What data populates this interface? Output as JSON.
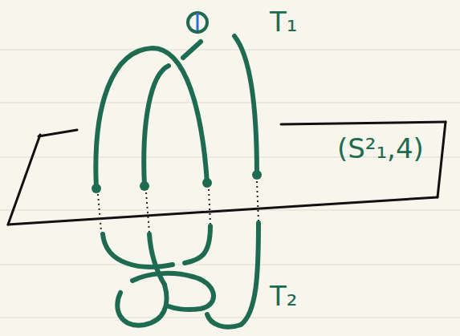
{
  "diagram": {
    "nodes": [
      {
        "text": [
          "(S²₁,4)"
        ]
      }
    ],
    "labels": [
      "T₁",
      "T₂"
    ]
  }
}
